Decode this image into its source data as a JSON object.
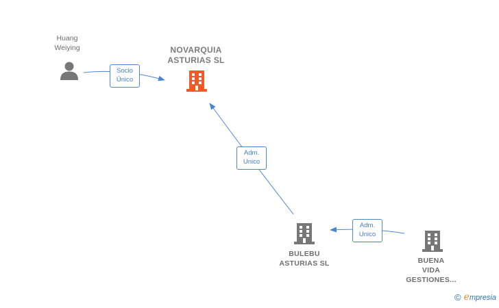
{
  "nodes": {
    "person": {
      "name": "Huang\nWeiying",
      "icon": "person-icon"
    },
    "main_company": {
      "name": "NOVARQUIA\nASTURIAS  SL",
      "icon": "building-icon",
      "color": "#f05a28"
    },
    "bulebu": {
      "name": "BULEBU\nASTURIAS  SL",
      "icon": "building-icon",
      "color": "#777777"
    },
    "buena_vida": {
      "name": "BUENA\nVIDA\nGESTIONES...",
      "icon": "building-icon",
      "color": "#777777"
    }
  },
  "edges": {
    "socio": {
      "line1": "Socio",
      "line2": "Único"
    },
    "adm_main": {
      "line1": "Adm.",
      "line2": "Unico"
    },
    "adm_bulebu": {
      "line1": "Adm.",
      "line2": "Unico"
    }
  },
  "colors": {
    "edge": "#4a86d4",
    "person": "#777777"
  },
  "brand": {
    "copyright": "©",
    "initial": "e",
    "name": "mpresia"
  }
}
